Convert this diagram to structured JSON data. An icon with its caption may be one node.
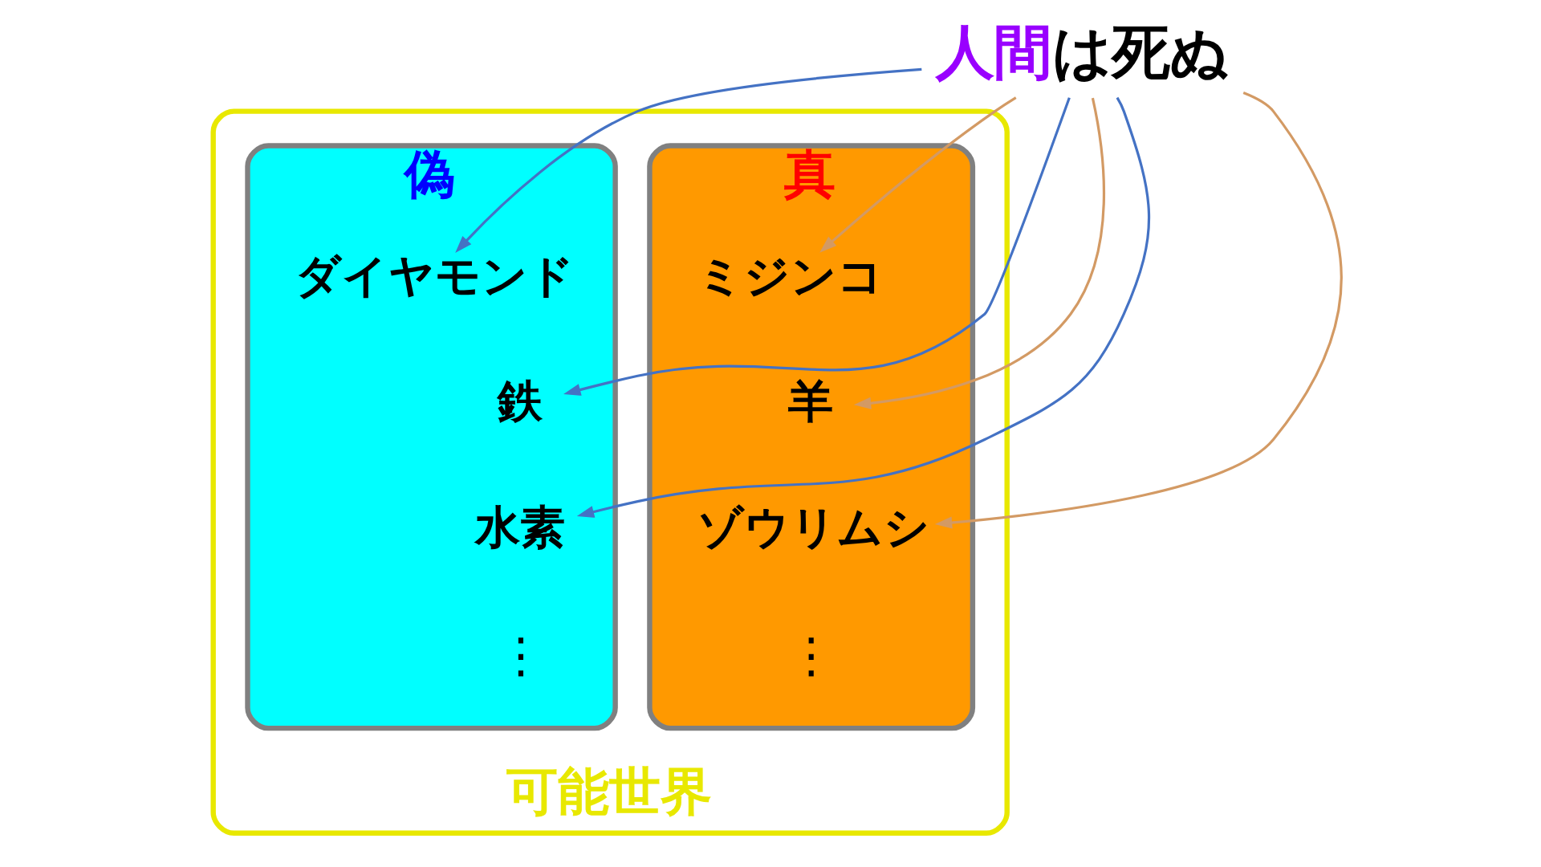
{
  "diagram": {
    "nodes": [
      {
        "text": [
          "人間は死ぬ"
        ]
      },
      {
        "text": [
          "可能世界"
        ]
      },
      {
        "text": [
          "真"
        ],
        "in": 1
      },
      {
        "text": [
          "偽"
        ],
        "in": 1
      },
      {
        "text": [
          "ミジンコ"
        ],
        "in": 2
      },
      {
        "text": [
          "羊"
        ],
        "in": 2
      },
      {
        "text": [
          "ゾウリムシ"
        ],
        "in": 2
      },
      {
        "text": [
          "ダイヤモンド"
        ],
        "in": 3
      },
      {
        "text": [
          "鉄"
        ],
        "in": 3
      },
      {
        "text": [
          "水素"
        ],
        "in": 3
      }
    ],
    "edges": [
      {
        "from": 0,
        "to": 4,
        "arrow": "to",
        "color": "#d39a64"
      },
      {
        "from": 0,
        "to": 5,
        "arrow": "to",
        "color": "#d39a64"
      },
      {
        "from": 0,
        "to": 6,
        "arrow": "to",
        "color": "#d39a64"
      },
      {
        "from": 0,
        "to": 7,
        "arrow": "to",
        "color": "#4472c4"
      },
      {
        "from": 0,
        "to": 8,
        "arrow": "to",
        "color": "#4472c4"
      },
      {
        "from": 0,
        "to": 9,
        "arrow": "to",
        "color": "#4472c4"
      }
    ],
    "labels": [
      "⋮",
      "⋮"
    ]
  }
}
